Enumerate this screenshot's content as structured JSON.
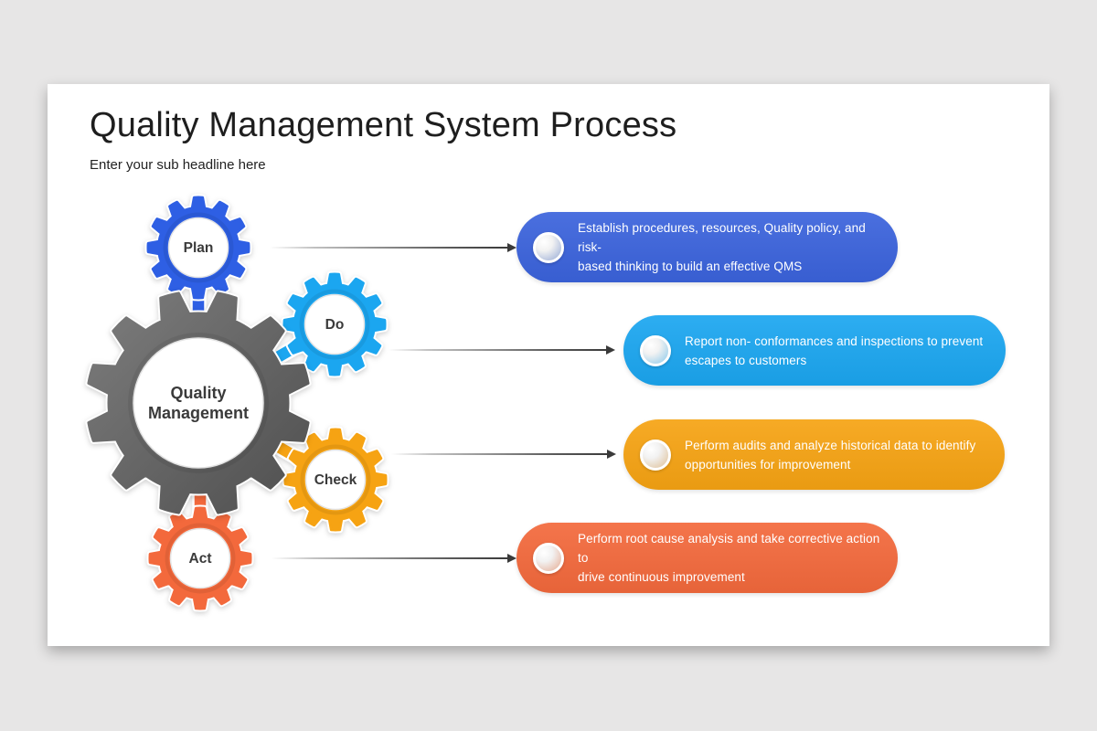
{
  "slide": {
    "title": "Quality Management System Process",
    "subtitle": "Enter your sub headline here"
  },
  "diagram": {
    "center_gear": {
      "label_lines": [
        "Quality",
        "Management"
      ],
      "color_top": "#7d7d7d",
      "color_bottom": "#4f4f4f"
    },
    "gears": [
      {
        "id": "plan",
        "label": "Plan",
        "color": "#2e5fe4"
      },
      {
        "id": "do",
        "label": "Do",
        "color": "#1ba6f0"
      },
      {
        "id": "check",
        "label": "Check",
        "color": "#f6a313"
      },
      {
        "id": "act",
        "label": "Act",
        "color": "#f3693c"
      }
    ]
  },
  "callouts": [
    {
      "id": "plan",
      "color": "#3b63dc",
      "sphere_tint": "#92a7d4",
      "lines": [
        "Establish procedures, resources, Quality policy, and risk-",
        "based thinking to build an effective QMS"
      ]
    },
    {
      "id": "do",
      "color": "#1ba6f0",
      "sphere_tint": "#86c7ea",
      "lines": [
        "Report non- conformances and inspections to prevent",
        "escapes to customers"
      ]
    },
    {
      "id": "check",
      "color": "#f6a313",
      "sphere_tint": "#debe92",
      "lines": [
        "Perform audits and analyze historical data to identify",
        "opportunities for improvement"
      ]
    },
    {
      "id": "act",
      "color": "#f3693c",
      "sphere_tint": "#e5a88e",
      "lines": [
        "Perform root cause analysis and take corrective action to",
        "drive continuous improvement"
      ]
    }
  ],
  "colors": {
    "background": "#e7e6e6",
    "slide": "#ffffff",
    "arrow": "#3a3a3a",
    "gear_label": "#3a3a3a"
  }
}
